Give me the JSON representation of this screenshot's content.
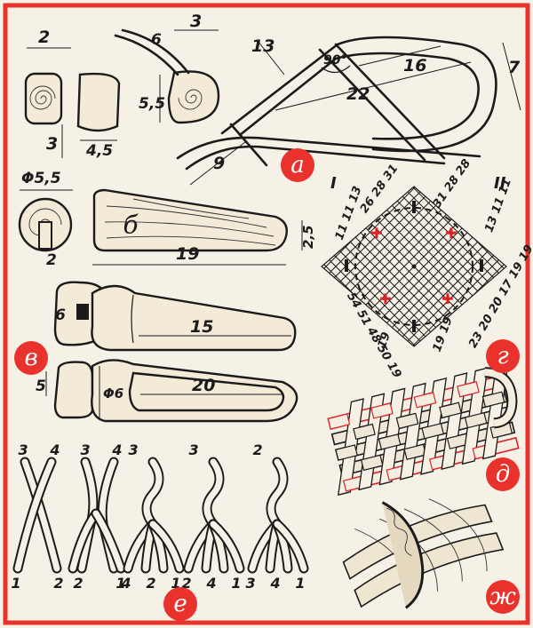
{
  "frame_color": "#e8322b",
  "accent_color": "#d9252a",
  "badges": {
    "a": "а",
    "b": "б",
    "v": "в",
    "g": "г",
    "d": "д",
    "e": "е",
    "zh": "ж"
  },
  "panel_a": {
    "dims": [
      "2",
      "3",
      "4,5",
      "5,5",
      "6",
      "3",
      "13",
      "90°",
      "16",
      "22",
      "7",
      "9"
    ]
  },
  "panel_b": {
    "dims": [
      "Φ5,5",
      "2",
      "2,5",
      "19"
    ]
  },
  "panel_v": {
    "dims": [
      "6",
      "15",
      "5",
      "Φ6",
      "20"
    ]
  },
  "panel_g": {
    "roman": [
      "I",
      "II"
    ],
    "top_left": "26 28 31",
    "top_right": "31 28 28",
    "left_upper": "11 11 13",
    "right_upper": "13 11 11",
    "left_lower": "54 51 48 50 19",
    "right_lower": "23 20 20 17 19 19",
    "bottom_left": "19",
    "bottom_right": "19 19"
  },
  "panel_e": {
    "steps": [
      {
        "top": [
          "3",
          "4"
        ],
        "bottom": [
          "1",
          "2"
        ]
      },
      {
        "top": [
          "3",
          "4"
        ],
        "bottom": [
          "2",
          "1"
        ]
      },
      {
        "top": [
          "3"
        ],
        "bottom": [
          "4",
          "2",
          "1"
        ]
      },
      {
        "top": [
          "3"
        ],
        "bottom": [
          "2",
          "4",
          "1"
        ]
      },
      {
        "top": [
          "2"
        ],
        "bottom": [
          "3",
          "4",
          "1"
        ]
      }
    ]
  }
}
